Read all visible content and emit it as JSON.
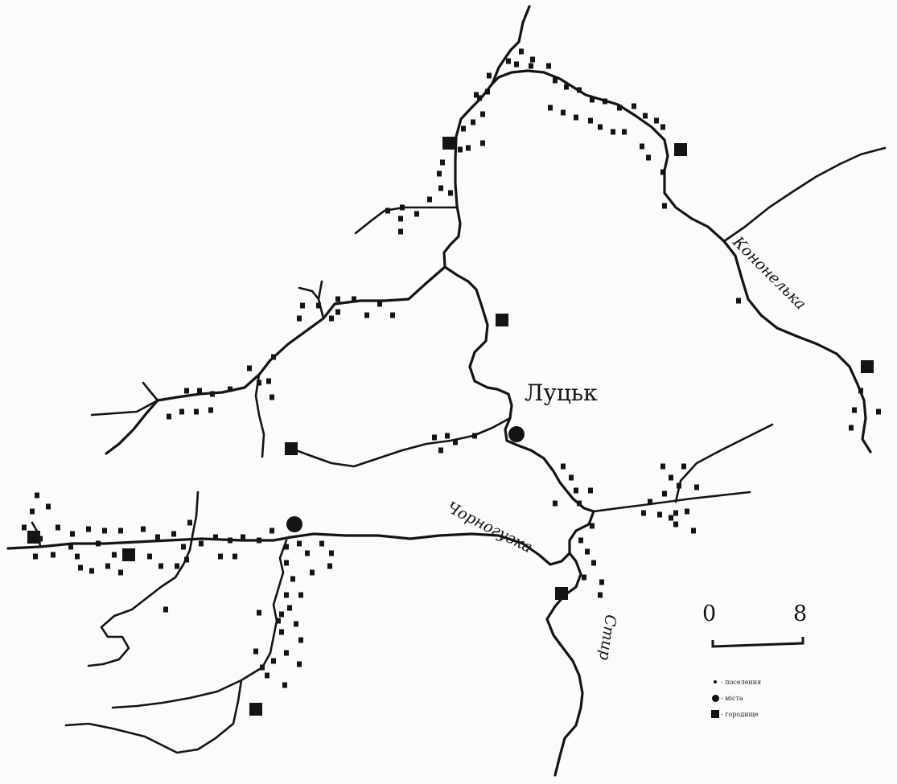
{
  "map": {
    "city_label": "Луцьк",
    "rivers": {
      "kononelka": "Кононелька",
      "chornohuzka": "Чорногузка",
      "styr": "Стир"
    },
    "scale": {
      "start": "0",
      "end": "8"
    },
    "legend": [
      {
        "symbol": "dot-icon",
        "label": "- поселення"
      },
      {
        "symbol": "circle-icon",
        "label": "- міста"
      },
      {
        "symbol": "square-icon",
        "label": "- городище"
      }
    ],
    "colors": {
      "ink": "#141414",
      "paper": "#fbfbfb"
    }
  }
}
